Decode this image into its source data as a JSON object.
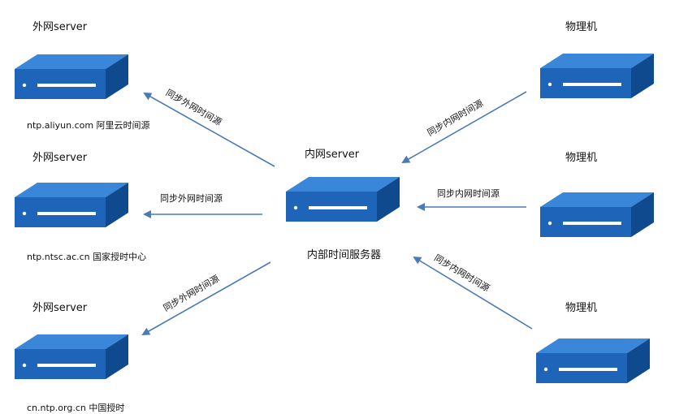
{
  "nodes": {
    "external_1": {
      "title": "外网server",
      "caption": "ntp.aliyun.com  阿里云时间源"
    },
    "external_2": {
      "title": "外网server",
      "caption": "ntp.ntsc.ac.cn  国家授时中心"
    },
    "external_3": {
      "title": "外网server",
      "caption": "cn.ntp.org.cn  中国授时"
    },
    "internal": {
      "title": "内网server",
      "caption": "内部时间服务器"
    },
    "physical_1": {
      "title": "物理机"
    },
    "physical_2": {
      "title": "物理机"
    },
    "physical_3": {
      "title": "物理机"
    }
  },
  "edges": {
    "to_external_1": "同步外网时间源",
    "to_external_2": "同步外网时间源",
    "to_external_3": "同步外网时间源",
    "from_physical_1": "同步内网时间源",
    "from_physical_2": "同步内网时间源",
    "from_physical_3": "同步内网时间源"
  },
  "colors": {
    "server_front": "#1e64b8",
    "server_top": "#3a86d8",
    "server_side": "#0f4a8e",
    "arrow": "#4a7ab8"
  }
}
